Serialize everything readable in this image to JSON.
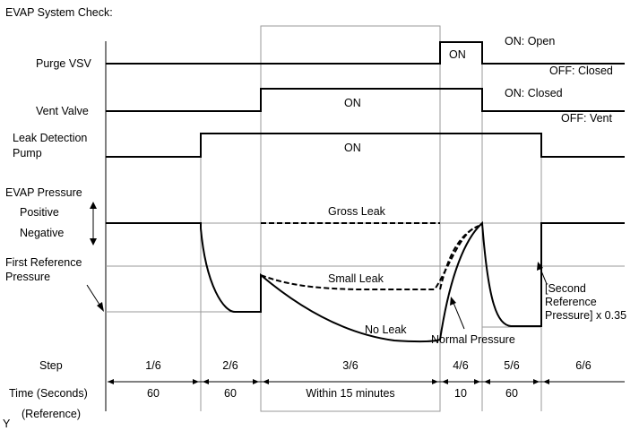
{
  "title": "EVAP System Check:",
  "signals": {
    "purge_vsv": {
      "label": "Purge VSV",
      "on_label": "ON",
      "on_state": "ON: Open",
      "off_state": "OFF: Closed"
    },
    "vent_valve": {
      "label": "Vent Valve",
      "on_label": "ON",
      "on_state": "ON: Closed",
      "off_state": "OFF: Vent"
    },
    "leak_pump": {
      "label_line1": "Leak Detection",
      "label_line2": "Pump",
      "on_label": "ON"
    }
  },
  "pressure": {
    "label": "EVAP Pressure",
    "positive": "Positive",
    "negative": "Negative",
    "first_ref_line1": "First Reference",
    "first_ref_line2": "Pressure",
    "gross_leak": "Gross Leak",
    "small_leak": "Small Leak",
    "no_leak": "No Leak",
    "normal_pressure": "Normal Pressure",
    "second_ref_line1": "[Second",
    "second_ref_line2": "Reference",
    "second_ref_line3": "Pressure] x 0.35"
  },
  "table": {
    "step_label": "Step",
    "time_label": "Time (Seconds)",
    "reference_label": "(Reference)",
    "steps": [
      "1/6",
      "2/6",
      "3/6",
      "4/6",
      "5/6",
      "6/6"
    ],
    "times": [
      "60",
      "60",
      "Within 15 minutes",
      "10",
      "60",
      ""
    ]
  },
  "corner_mark": "Y"
}
